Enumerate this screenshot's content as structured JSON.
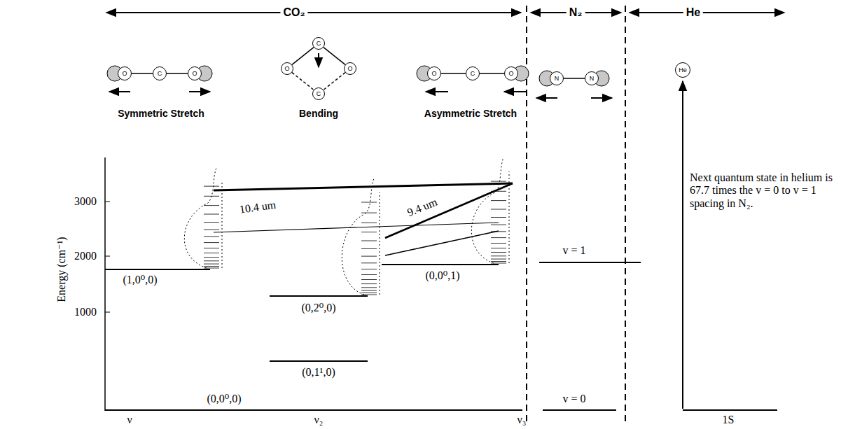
{
  "diagram": {
    "nodes": [
      {
        "text": [
          "O"
        ]
      },
      {
        "text": [
          "C"
        ]
      },
      {
        "text": [
          "O"
        ]
      },
      {
        "text": [
          "C"
        ]
      },
      {
        "text": [
          "O"
        ]
      },
      {
        "text": [
          "O"
        ]
      },
      {
        "text": [
          "C"
        ]
      },
      {
        "text": [
          "O"
        ]
      },
      {
        "text": [
          "C"
        ]
      },
      {
        "text": [
          "O"
        ]
      },
      {
        "text": [
          "N"
        ]
      },
      {
        "text": [
          "N"
        ]
      },
      {
        "text": [
          "He"
        ]
      }
    ],
    "edges": [
      {
        "from": 0,
        "to": 1,
        "arrow": "none"
      },
      {
        "from": 1,
        "to": 2,
        "arrow": "none"
      },
      {
        "from": 3,
        "to": 4,
        "arrow": "none"
      },
      {
        "from": 3,
        "to": 5,
        "arrow": "none"
      },
      {
        "from": 4,
        "to": 6,
        "arrow": "none"
      },
      {
        "from": 5,
        "to": 6,
        "arrow": "none"
      },
      {
        "from": 7,
        "to": 8,
        "arrow": "none"
      },
      {
        "from": 8,
        "to": 9,
        "arrow": "none"
      },
      {
        "from": 10,
        "to": 11,
        "arrow": "none"
      }
    ],
    "labels": [
      "CO₂",
      "N₂",
      "He",
      "Symmetric Stretch",
      "Bending",
      "Asymmetric Stretch",
      "Energy (cm⁻¹)",
      "3000",
      "2000",
      "1000",
      "10.4 um",
      "9.4 um",
      "(1,0⁰,0)",
      "(0,2⁰,0)",
      "(0,0⁰,1)",
      "(0,1¹,0)",
      "(0,0⁰,0)",
      "ν",
      "ν₂",
      "ν₃",
      "v = 1",
      "v = 0",
      "Next quantum state in helium is 67.7 times the v = 0 to v = 1 spacing in N₂.",
      "1S"
    ]
  }
}
